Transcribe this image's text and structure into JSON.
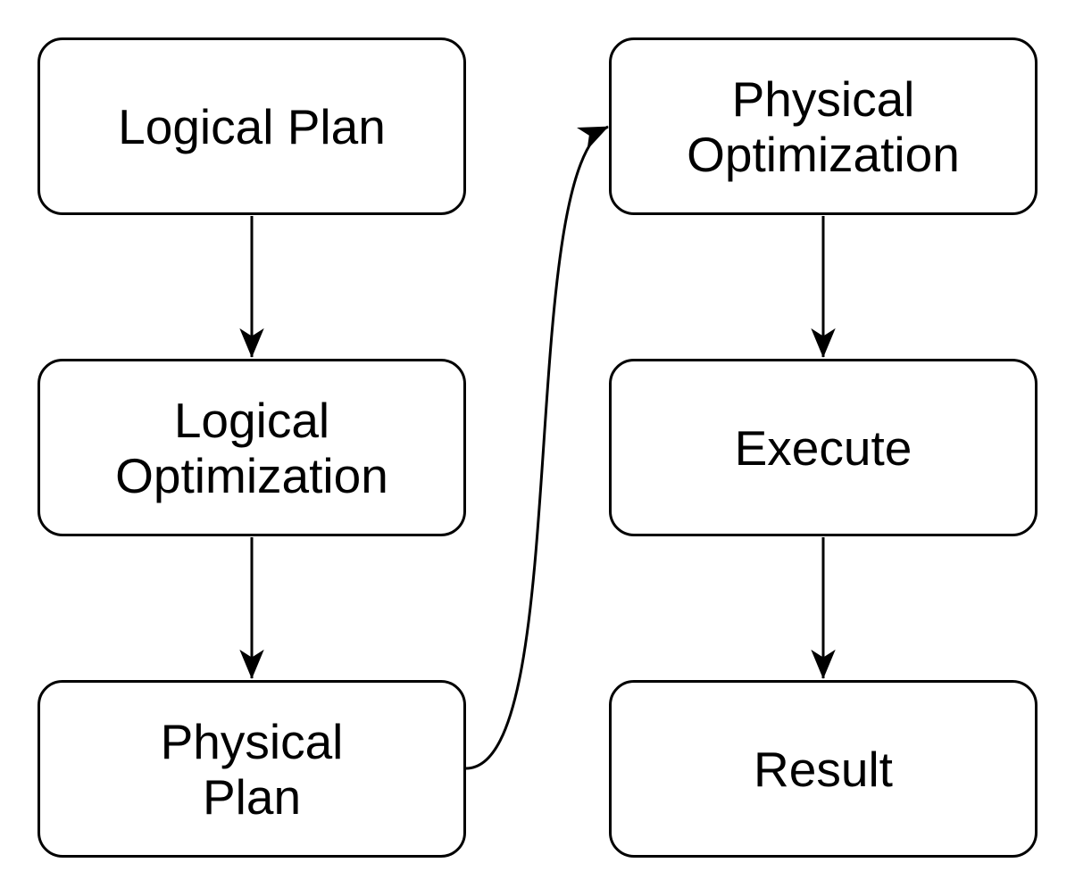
{
  "diagram": {
    "background_color": "#ffffff",
    "stroke_color": "#000000",
    "node_fill_color": "#ffffff",
    "nodes": [
      {
        "id": "logical-plan",
        "label": "Logical Plan"
      },
      {
        "id": "logical-optimization",
        "label": "Logical\nOptimization"
      },
      {
        "id": "physical-plan",
        "label": "Physical\nPlan"
      },
      {
        "id": "physical-optimization",
        "label": "Physical\nOptimization"
      },
      {
        "id": "execute",
        "label": "Execute"
      },
      {
        "id": "result",
        "label": "Result"
      }
    ],
    "edges": [
      {
        "from": "Logical Plan",
        "to": "Logical Optimization",
        "shape": "straight-down"
      },
      {
        "from": "Logical Optimization",
        "to": "Physical Plan",
        "shape": "straight-down"
      },
      {
        "from": "Physical Plan",
        "to": "Physical Optimization",
        "shape": "curved-right-up"
      },
      {
        "from": "Physical Optimization",
        "to": "Execute",
        "shape": "straight-down"
      },
      {
        "from": "Execute",
        "to": "Result",
        "shape": "straight-down"
      }
    ]
  }
}
